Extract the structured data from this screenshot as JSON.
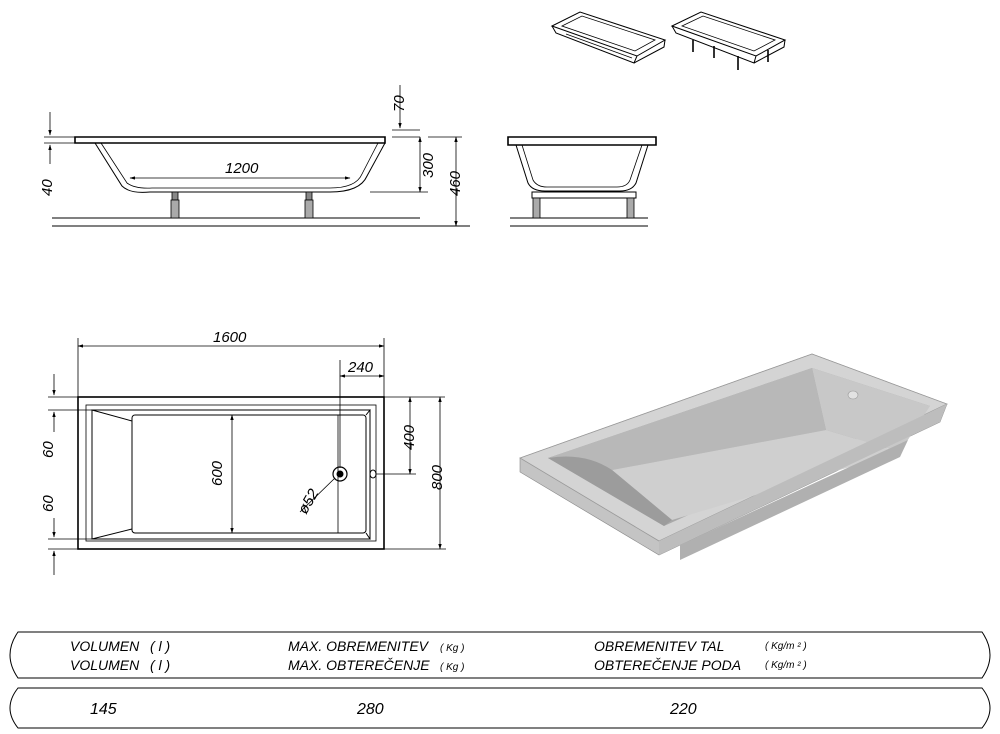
{
  "dimensions": {
    "side_view": {
      "rim_depth": "70",
      "inner_depth": "300",
      "total_height": "460",
      "bottom_length": "1200",
      "rim_thickness": "40"
    },
    "plan_view": {
      "length": "1600",
      "drain_offset": "240",
      "drain_width": "400",
      "inner_width": "600",
      "width": "800",
      "margin_top": "60",
      "margin_bottom": "60",
      "drain_diameter": "ø52"
    }
  },
  "specs": {
    "header_row1": {
      "volume": "VOLUMEN",
      "volume_unit": "( l )",
      "max_load": "MAX. OBREMENITEV",
      "max_load_unit": "( Kg )",
      "floor_load": "OBREMENITEV TAL",
      "floor_load_unit": "( Kg/m ² )"
    },
    "header_row2": {
      "volume": "VOLUMEN",
      "volume_unit": "( l )",
      "max_load": "MAX. OBTEREČENJE",
      "max_load_unit": "( Kg )",
      "floor_load": "OBTEREČENJE PODA",
      "floor_load_unit": "( Kg/m ² )"
    },
    "values": {
      "volume": "145",
      "max_load": "280",
      "floor_load": "220"
    }
  },
  "colors": {
    "line": "#000000",
    "tub_fill": "#d9d9d9",
    "tub_shade": "#b5b5b5",
    "tub_dark": "#9a9a9a",
    "background": "#ffffff"
  }
}
